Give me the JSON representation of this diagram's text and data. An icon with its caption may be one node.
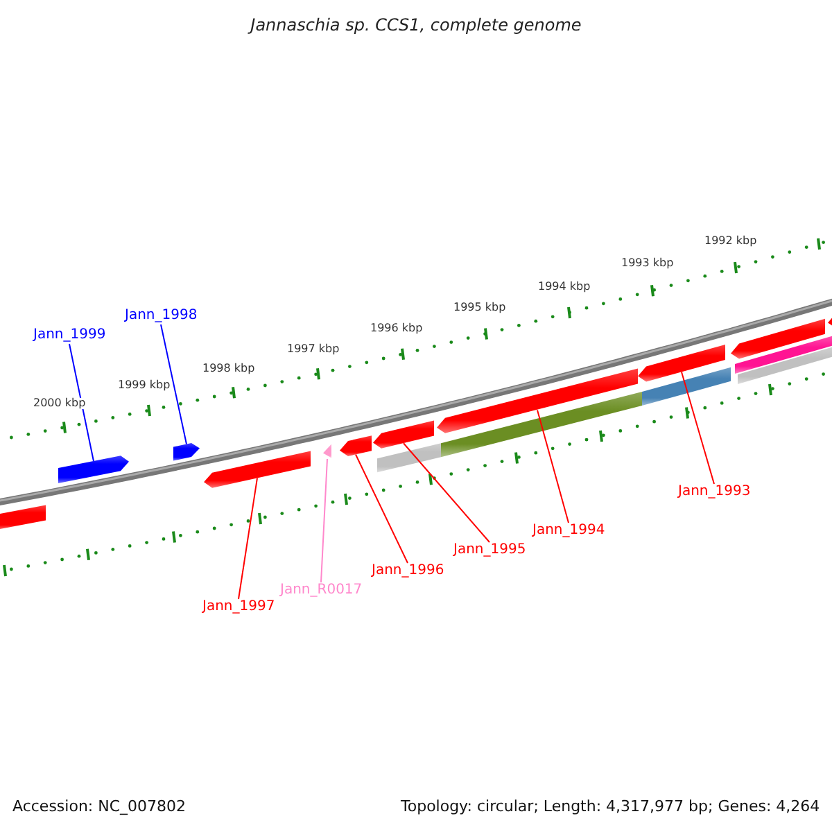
{
  "diagram": {
    "title": "Jannaschia sp. CCS1, complete genome",
    "nodes": [
      {
        "text": [
          "Jann_1999"
        ]
      },
      {
        "text": [
          "Jann_1998"
        ]
      },
      {
        "text": [
          "Jann_1997"
        ]
      },
      {
        "text": [
          "Jann_R0017"
        ]
      },
      {
        "text": [
          "Jann_1996"
        ]
      },
      {
        "text": [
          "Jann_1995"
        ]
      },
      {
        "text": [
          "Jann_1994"
        ]
      },
      {
        "text": [
          "Jann_1993"
        ]
      },
      {
        "text": [],
        "shape": "pentagon"
      },
      {
        "text": [],
        "shape": "pentagon"
      },
      {
        "text": [],
        "shape": "pentagon"
      },
      {
        "text": [],
        "shape": "pentagon"
      },
      {
        "text": [],
        "shape": "triangle"
      },
      {
        "text": [],
        "shape": "pentagon"
      },
      {
        "text": [],
        "shape": "pentagon"
      },
      {
        "text": [],
        "shape": "bar"
      },
      {
        "text": [],
        "shape": "pentagon"
      },
      {
        "text": [],
        "shape": "bar"
      },
      {
        "text": [],
        "shape": "pentagon"
      },
      {
        "text": [],
        "shape": "bar"
      },
      {
        "text": [],
        "shape": "pentagon"
      },
      {
        "text": [],
        "shape": "bar"
      },
      {
        "text": [],
        "shape": "bar"
      },
      {
        "text": [],
        "shape": "pentagon"
      }
    ],
    "edges": [
      {
        "from": 0,
        "to": 9,
        "arrow": "none",
        "color": "#0000ff"
      },
      {
        "from": 1,
        "to": 10,
        "arrow": "none",
        "color": "#0000ff"
      },
      {
        "from": 2,
        "to": 11,
        "arrow": "none"
      },
      {
        "from": 3,
        "to": 12,
        "arrow": "none",
        "color": "#ff88cc"
      },
      {
        "from": 4,
        "to": 13,
        "arrow": "none"
      },
      {
        "from": 5,
        "to": 14,
        "arrow": "none"
      },
      {
        "from": 6,
        "to": 16,
        "arrow": "none"
      },
      {
        "from": 7,
        "to": 18,
        "arrow": "none"
      }
    ],
    "labels": [
      "1992 kbp",
      "1993 kbp",
      "1994 kbp",
      "1995 kbp",
      "1996 kbp",
      "1997 kbp",
      "1998 kbp",
      "1999 kbp",
      "2000 kbp",
      "Accession: NC_007802",
      "Topology: circular; Length: 4,317,977 bp; Genes: 4,264"
    ]
  }
}
